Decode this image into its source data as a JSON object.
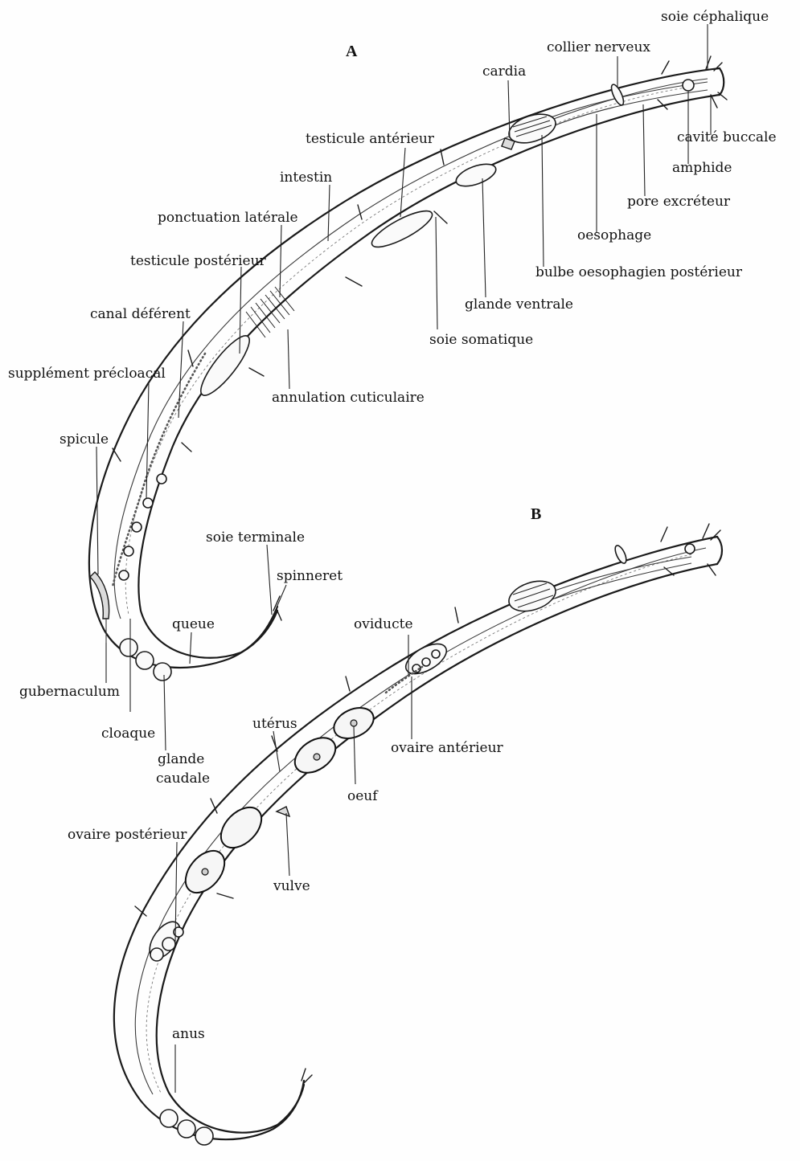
{
  "panels": {
    "a": "A",
    "b": "B"
  },
  "labels_a": {
    "soie_cephalique": "soie céphalique",
    "collier_nerveux": "collier nerveux",
    "cardia": "cardia",
    "cavite_buccale": "cavité buccale",
    "testicule_anterieur": "testicule antérieur",
    "amphide": "amphide",
    "intestin": "intestin",
    "pore_excreteur": "pore excréteur",
    "ponctuation_laterale": "ponctuation latérale",
    "oesophage": "oesophage",
    "testicule_posterieur": "testicule postérieur",
    "bulbe_oesophagien": "bulbe oesophagien postérieur",
    "glande_ventrale": "glande ventrale",
    "canal_deferent": "canal déférent",
    "soie_somatique": "soie somatique",
    "supplement_precloacal": "supplément précloacal",
    "annulation_cuticulaire": "annulation cuticulaire",
    "spicule": "spicule",
    "soie_terminale": "soie terminale",
    "spinneret": "spinneret",
    "queue": "queue",
    "gubernaculum": "gubernaculum",
    "cloaque": "cloaque",
    "glande_caudale_1": "glande",
    "glande_caudale_2": "caudale"
  },
  "labels_b": {
    "oviducte": "oviducte",
    "uterus": "utérus",
    "ovaire_anterieur": "ovaire antérieur",
    "oeuf": "oeuf",
    "ovaire_posterieur": "ovaire postérieur",
    "vulve": "vulve",
    "anus": "anus"
  }
}
